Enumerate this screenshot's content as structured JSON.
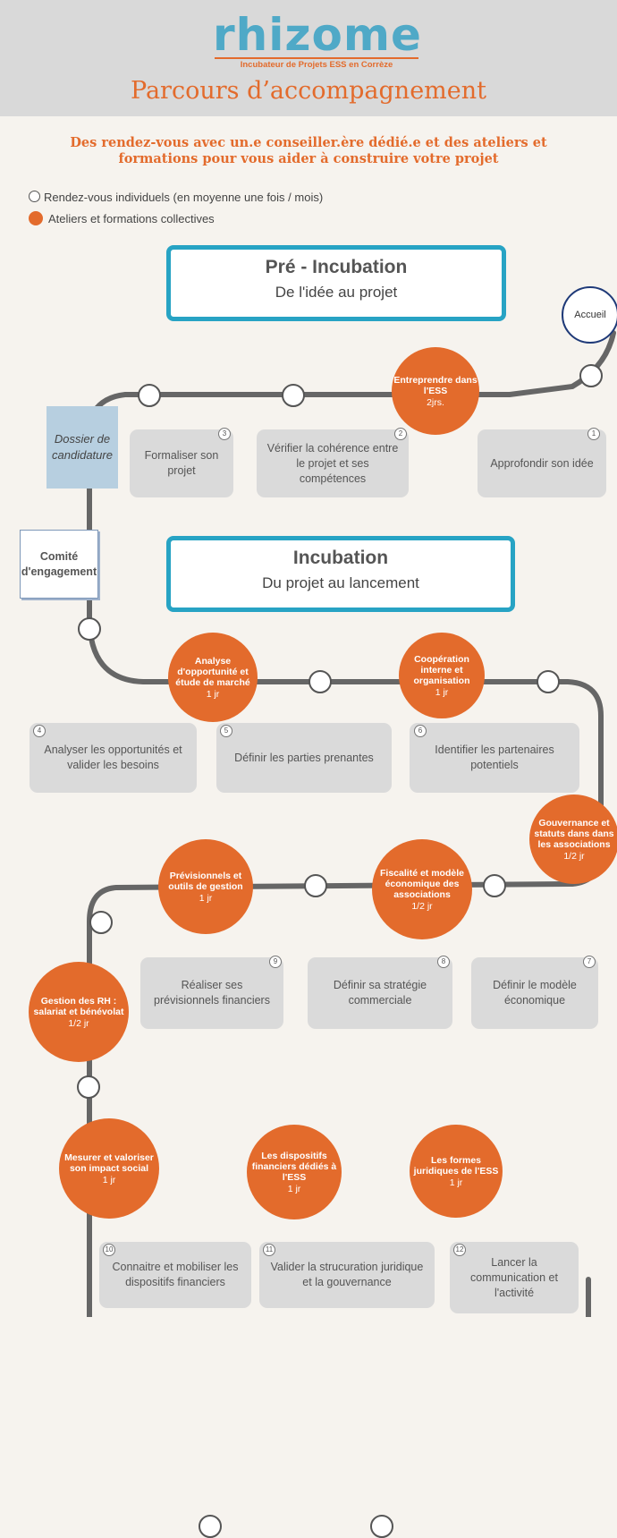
{
  "header": {
    "logo_text": "rhizome",
    "logo_subtitle": "Incubateur de Projets ESS en Corrèze",
    "title": "Parcours d’accompagnement"
  },
  "subtitle": "Des rendez-vous avec un.e conseiller.ère  dédié.e et des ateliers et formations pour vous aider à construire votre projet",
  "legend": {
    "individual": "Rendez-vous individuels (en moyenne une fois / mois)",
    "collective": "Ateliers et formations collectives"
  },
  "phases": {
    "pre": {
      "title": "Pré - Incubation",
      "subtitle": "De l'idée au projet"
    },
    "incubation": {
      "title": "Incubation",
      "subtitle": "Du projet au lancement"
    }
  },
  "accueil": "Accueil",
  "dossier": "Dossier de candidature",
  "comite": "Comité d'engagement",
  "workshops": [
    {
      "title": "Entreprendre dans l'ESS",
      "duration": "2jrs."
    },
    {
      "title": "Analyse d'opportunité et étude de marché",
      "duration": "1 jr"
    },
    {
      "title": "Coopération interne et organisation",
      "duration": "1 jr"
    },
    {
      "title": "Gouvernance et statuts dans dans les associations",
      "duration": "1/2 jr"
    },
    {
      "title": "Fiscalité et modèle économique des associations",
      "duration": "1/2 jr"
    },
    {
      "title": "Prévisionnels et outils de gestion",
      "duration": "1 jr"
    },
    {
      "title": "Gestion des RH : salariat et bénévolat",
      "duration": "1/2 jr"
    },
    {
      "title": "Mesurer et valoriser son impact social",
      "duration": "1 jr"
    },
    {
      "title": "Les dispositifs financiers dédiés à l'ESS",
      "duration": "1 jr"
    },
    {
      "title": "Les formes juridiques de l'ESS",
      "duration": "1 jr"
    }
  ],
  "steps": [
    {
      "num": "1",
      "label": "Approfondir son idée"
    },
    {
      "num": "2",
      "label": "Vérifier la cohérence entre le projet et ses compétences"
    },
    {
      "num": "3",
      "label": "Formaliser son projet"
    },
    {
      "num": "4",
      "label": "Analyser les opportunités et valider les besoins"
    },
    {
      "num": "5",
      "label": "Définir les parties prenantes"
    },
    {
      "num": "6",
      "label": "Identifier les partenaires potentiels"
    },
    {
      "num": "7",
      "label": "Définir le modèle économique"
    },
    {
      "num": "8",
      "label": "Définir sa stratégie commerciale"
    },
    {
      "num": "9",
      "label": "Réaliser ses prévisionnels financiers"
    },
    {
      "num": "10",
      "label": "Connaitre et mobiliser les dispositifs financiers"
    },
    {
      "num": "11",
      "label": "Valider la strucuration juridique et la gouvernance"
    },
    {
      "num": "12",
      "label": "Lancer la communication et l'activité"
    }
  ],
  "colors": {
    "orange": "#e36b2c",
    "teal": "#27a3c4",
    "path": "#666666",
    "card": "#dadada"
  }
}
